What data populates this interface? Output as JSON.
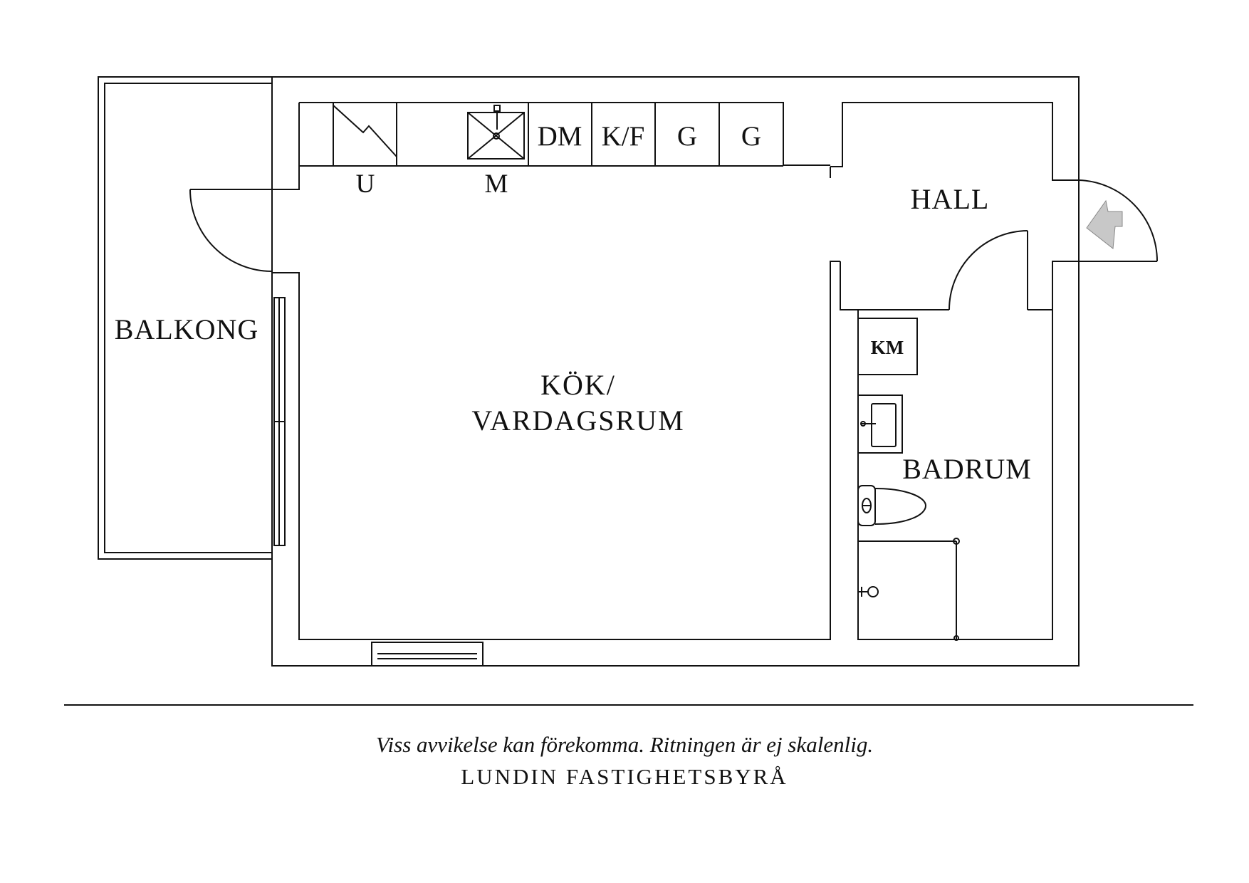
{
  "rooms": {
    "balkong": "BALKONG",
    "kok_line1": "KÖK/",
    "kok_line2": "VARDAGSRUM",
    "hall": "HALL",
    "badrum": "BADRUM"
  },
  "appliances": {
    "dishwasher": "DM",
    "fridge_freezer": "K/F",
    "cabinet_1": "G",
    "cabinet_2": "G",
    "oven": "U",
    "microwave": "M",
    "washer": "KM"
  },
  "footer": {
    "disclaimer": "Viss avvikelse kan förekomma. Ritningen är ej skalenlig.",
    "brand": "LUNDIN FASTIGHETSBYRÅ"
  },
  "colors": {
    "line": "#111111",
    "entrance_arrow": "#c8c8c8"
  }
}
